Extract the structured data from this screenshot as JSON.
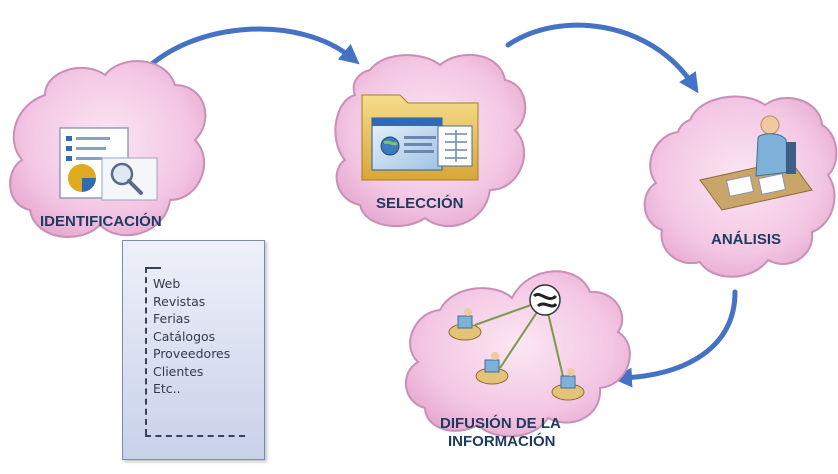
{
  "steps": {
    "identificacion": "IDENTIFICACIÓN",
    "seleccion": "SELECCIÓN",
    "analisis": "ANÁLISIS",
    "difusion_line1": "DIFUSIÓN DE LA",
    "difusion_line2": "INFORMACIÓN"
  },
  "sources": [
    "Web",
    "Revistas",
    "Ferias",
    "Catálogos",
    "Proveedores",
    "Clientes",
    "Etc.."
  ],
  "colors": {
    "cloud_fill": "#f3c6e3",
    "cloud_stroke": "#c98fb6",
    "arrow": "#4472c4",
    "label": "#1f3a5f"
  }
}
